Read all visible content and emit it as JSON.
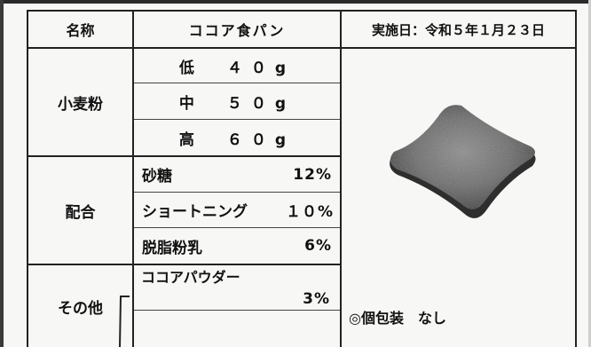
{
  "header": {
    "name_label": "名称",
    "product_name": "ココア食パン",
    "date": "実施日：令和５年１月２３日"
  },
  "sections": {
    "flour": {
      "label": "小麦粉",
      "rows": [
        "低　４０g",
        "中　５０g",
        "高　６０g"
      ]
    },
    "mix": {
      "label": "配合",
      "rows": [
        {
          "name": "砂糖",
          "value": "12%"
        },
        {
          "name": "ショートニング",
          "value": "１０%"
        },
        {
          "name": "脱脂粉乳",
          "value": "6%"
        }
      ]
    },
    "other": {
      "label": "その他",
      "cocoa_name": "ココアパウダー",
      "cocoa_value": "3%"
    }
  },
  "note": "◎個包装　なし",
  "colors": {
    "ink": "#111111",
    "line": "#222222",
    "paper": "#f7f7f5",
    "bread_dark": "#2e2e2e"
  }
}
